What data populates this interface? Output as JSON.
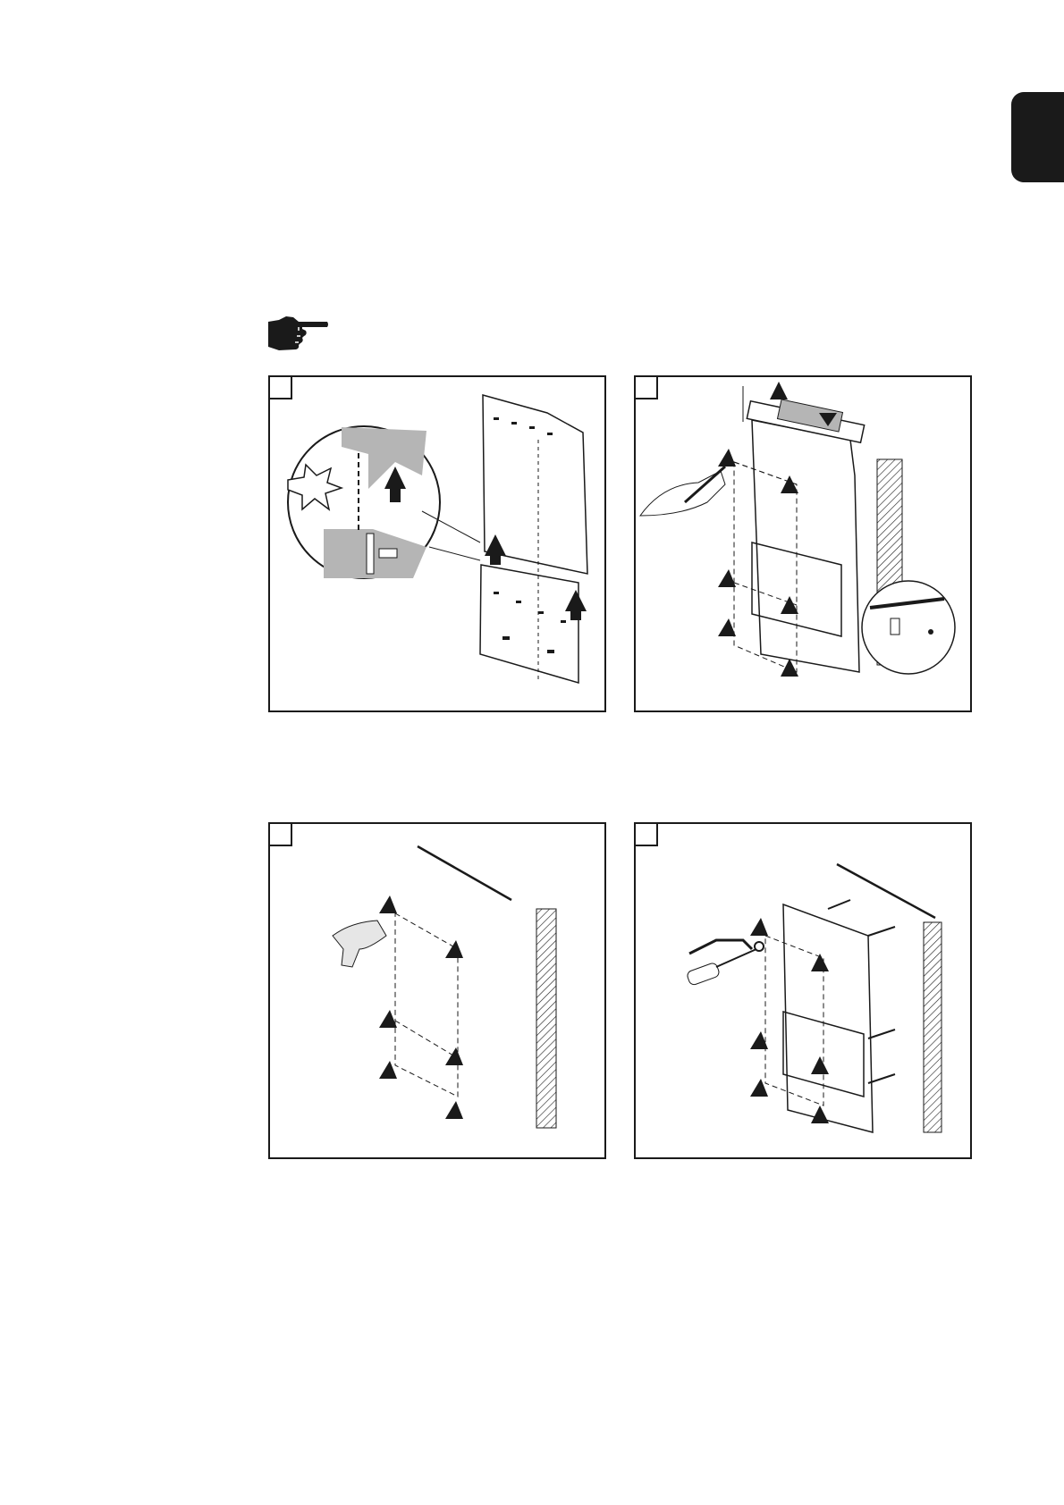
{
  "page": {
    "language_tab_color": "#1a1a1a",
    "note_icon": "pointing-hand-icon"
  },
  "steps": [
    {
      "id": 1,
      "illustration": "assemble-mounting-bracket"
    },
    {
      "id": 2,
      "illustration": "level-and-mark-drill-holes"
    },
    {
      "id": 3,
      "illustration": "drill-holes"
    },
    {
      "id": 4,
      "illustration": "fasten-bracket-with-screws-and-dowels"
    }
  ]
}
